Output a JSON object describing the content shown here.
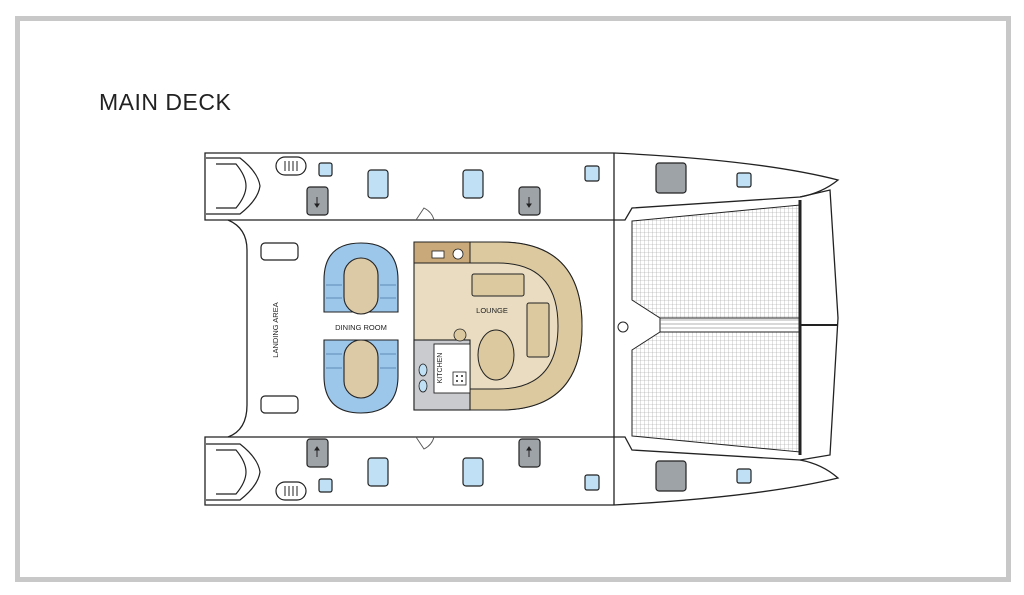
{
  "title": "MAIN DECK",
  "labels": {
    "landing_area": "LANDING AREA",
    "dining_room": "DINING ROOM",
    "lounge": "LOUNGE",
    "kitchen": "KITCHEN"
  },
  "colors": {
    "frame": "#c8c8c8",
    "hull_stroke": "#222222",
    "window_blue": "#bfe0f5",
    "hatch_grey": "#9ea3a8",
    "lounge_beige": "#e9dcc0",
    "lounge_sofa": "#dcc9a0",
    "dining_blue": "#9cc6ea",
    "table_tan": "#dcc9a6",
    "kitchen_grey": "#c9cbcf",
    "net_grey": "#bdbdbd"
  }
}
